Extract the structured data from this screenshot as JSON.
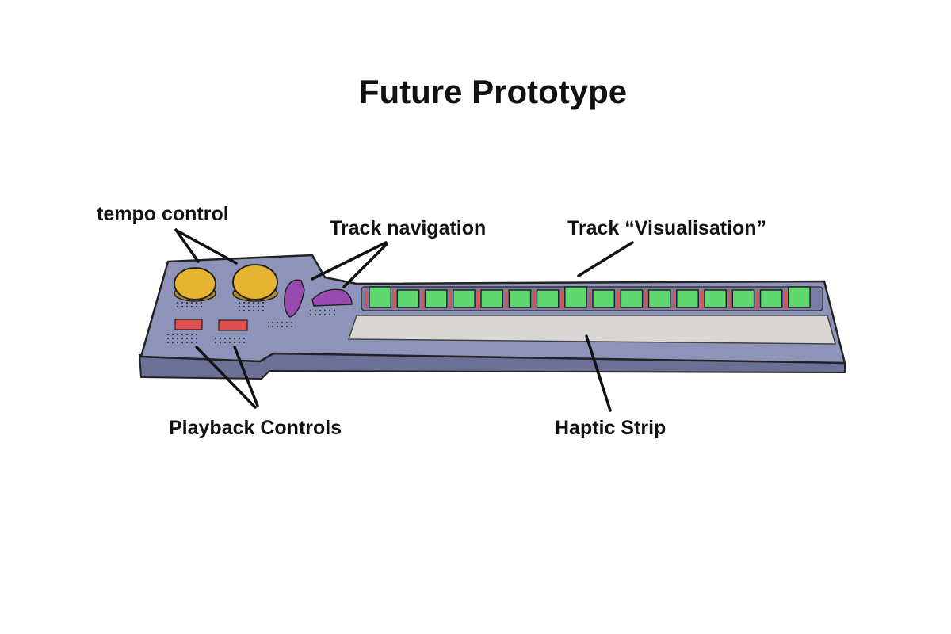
{
  "title": "Future Prototype",
  "labels": {
    "tempo_control": "tempo control",
    "track_navigation": "Track navigation",
    "track_visualisation": "Track “Visualisation”",
    "playback_controls": "Playback Controls",
    "haptic_strip": "Haptic Strip"
  },
  "colors": {
    "body": "#8e94b9",
    "body_side": "#6d7096",
    "knob": "#e6b430",
    "nav_button": "#9a4bb0",
    "playback_button": "#e05050",
    "track_cell": "#5fd870",
    "haptic_strip": "#d9d6d4",
    "outline": "#222222"
  },
  "track_cells_count": 16,
  "highlighted_cell_index": 7
}
